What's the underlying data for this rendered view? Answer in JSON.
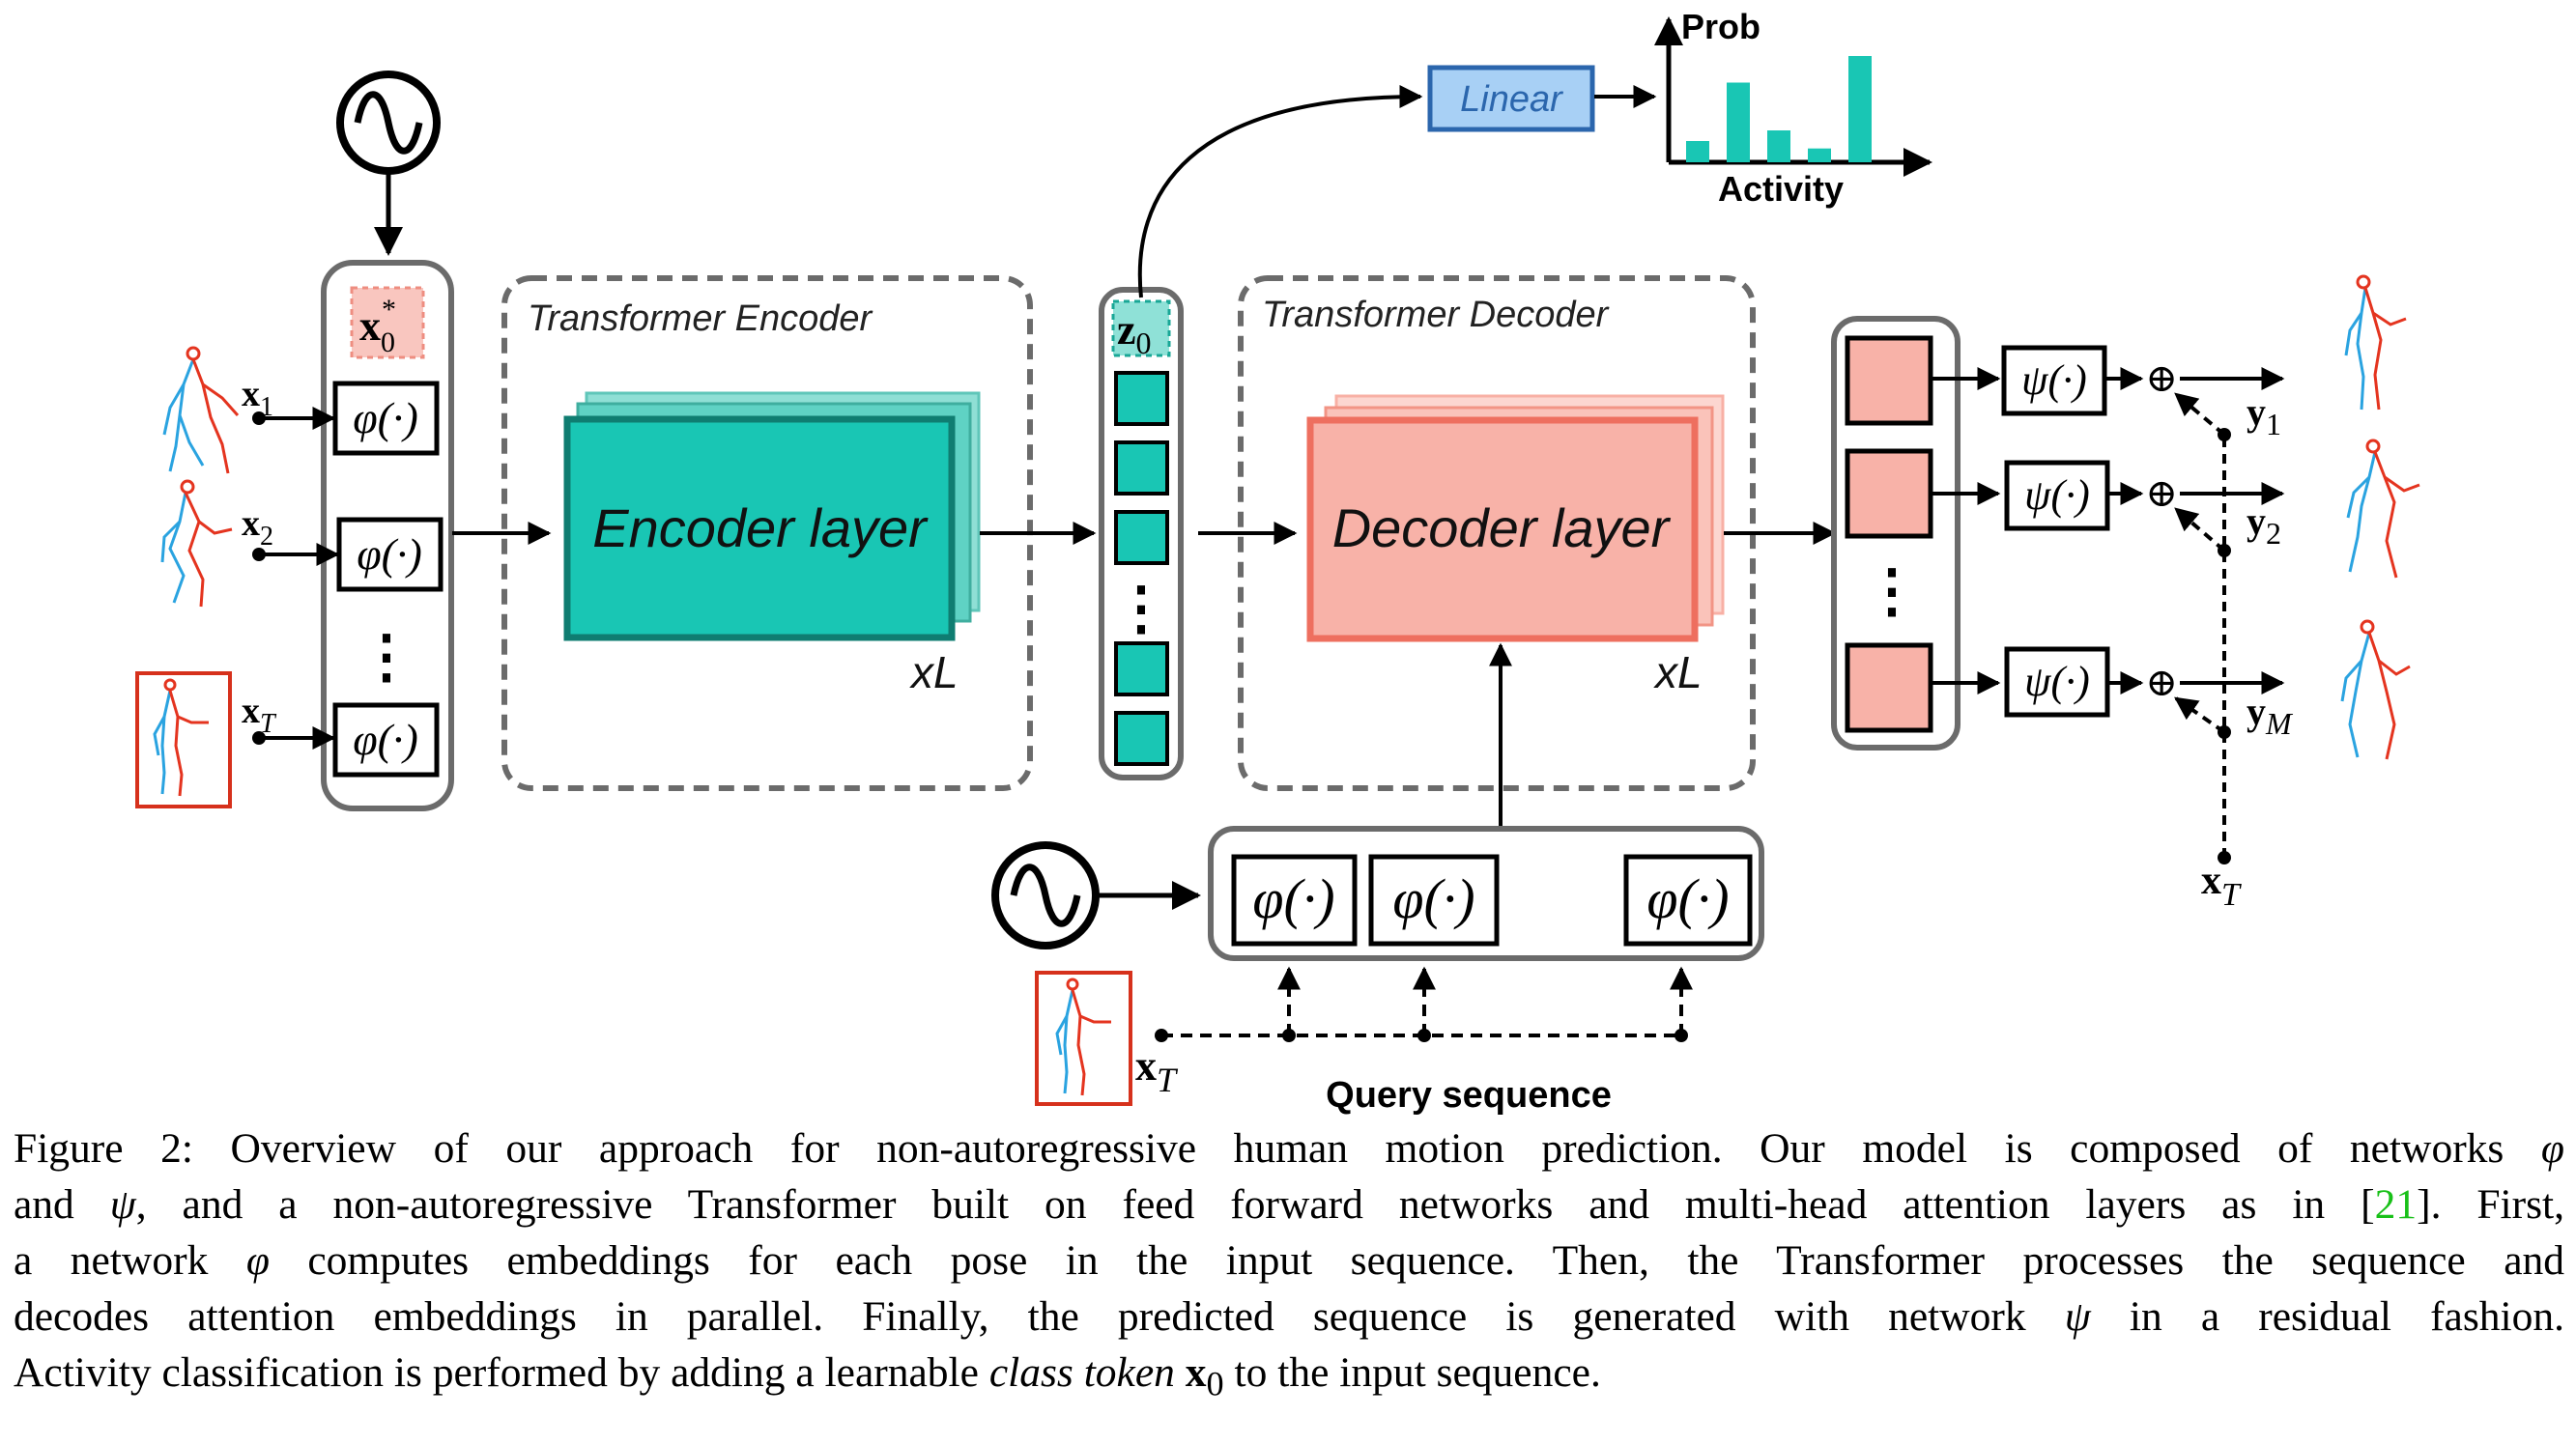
{
  "figure": {
    "encoder_box_title": "Transformer Encoder",
    "decoder_box_title": "Transformer Decoder",
    "encoder_layer_label": "Encoder layer",
    "decoder_layer_label": "Decoder layer",
    "encoder_repeat": "xL",
    "decoder_repeat": "xL",
    "linear_label": "Linear",
    "prob_axis_label": "Prob",
    "activity_axis_label": "Activity",
    "query_sequence_label": "Query sequence",
    "phi_label": "φ(·)",
    "psi_label": "ψ(·)",
    "oplus_symbol": "⊕",
    "ellipsis_vertical": "⋮",
    "class_token": {
      "base": "x",
      "sub": "0",
      "sup": "*"
    },
    "z_token": {
      "base": "z",
      "sub": "0"
    },
    "inputs": [
      {
        "base": "x",
        "sub": "1"
      },
      {
        "base": "x",
        "sub": "2"
      },
      {
        "base": "x",
        "sub": "T"
      }
    ],
    "outputs": [
      {
        "base": "y",
        "sub": "1"
      },
      {
        "base": "y",
        "sub": "2"
      },
      {
        "base": "y",
        "sub": "M"
      }
    ],
    "residual_input": {
      "base": "x",
      "sub": "T"
    },
    "query_input": {
      "base": "x",
      "sub": "T"
    },
    "colors": {
      "encoder": "#19c6b4",
      "encoder_dark": "#0f7d71",
      "decoder": "#f8b2a8",
      "decoder_dark": "#ee6f5f",
      "linear_fill": "#a8d0f5",
      "linear_stroke": "#2b66ad",
      "box_stroke": "#6b6b6b",
      "pose_blue": "#2aa3e0",
      "pose_red": "#e4341f"
    }
  },
  "chart_data": {
    "type": "bar",
    "categories": [
      "",
      "",
      "",
      "",
      ""
    ],
    "values": [
      0.2,
      0.75,
      0.3,
      0.13,
      1.0
    ],
    "xlabel": "Activity",
    "ylabel": "Prob",
    "ylim": [
      0,
      1
    ]
  },
  "caption": {
    "line1_a": "Figure 2: Overview of our approach for non-autoregressive human motion prediction. Our model is composed of networks ",
    "line1_phi": "φ",
    "line2_a": "and ",
    "line2_psi": "ψ",
    "line2_b": ", and a non-autoregressive Transformer built on feed forward networks and multi-head attention layers as in [",
    "line2_cite": "21",
    "line2_c": "]. First,",
    "line3_a": "a network ",
    "line3_phi": "φ",
    "line3_b": " computes embeddings for each pose in the input sequence. Then, the Transformer processes the sequence and",
    "line4_a": "decodes attention embeddings in parallel. Finally, the predicted sequence is generated with network ",
    "line4_psi": "ψ",
    "line4_b": " in a residual fashion.",
    "line5_a": "Activity classification is performed by adding a learnable ",
    "line5_italic": "class token",
    "line5_token": "x",
    "line5_token_sub": "0",
    "line5_b": " to the input sequence."
  }
}
